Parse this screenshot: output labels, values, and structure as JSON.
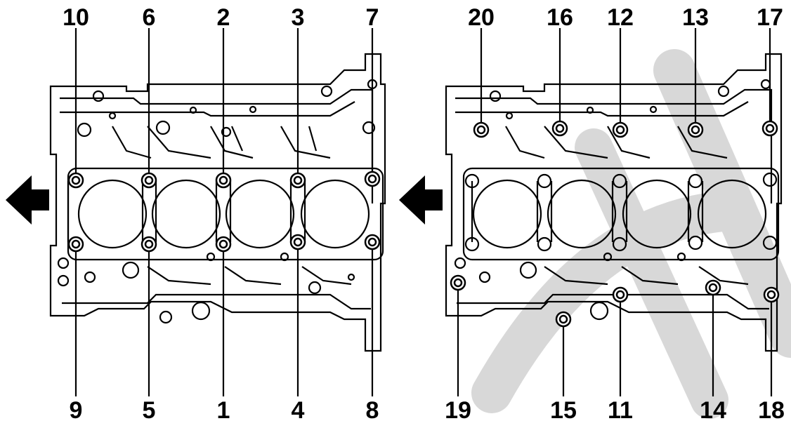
{
  "left_view": {
    "top_labels": [
      "10",
      "6",
      "2",
      "3",
      "7"
    ],
    "bottom_labels": [
      "9",
      "5",
      "1",
      "4",
      "8"
    ]
  },
  "right_view": {
    "top_labels": [
      "20",
      "16",
      "12",
      "13",
      "17"
    ],
    "bottom_labels": [
      "19",
      "15",
      "11",
      "14",
      "18"
    ]
  },
  "colors": {
    "line": "#000000",
    "background": "#ffffff",
    "watermark": "#d4d4d4"
  },
  "icons": [
    "left-arrow-icon",
    "bolt-icon"
  ]
}
